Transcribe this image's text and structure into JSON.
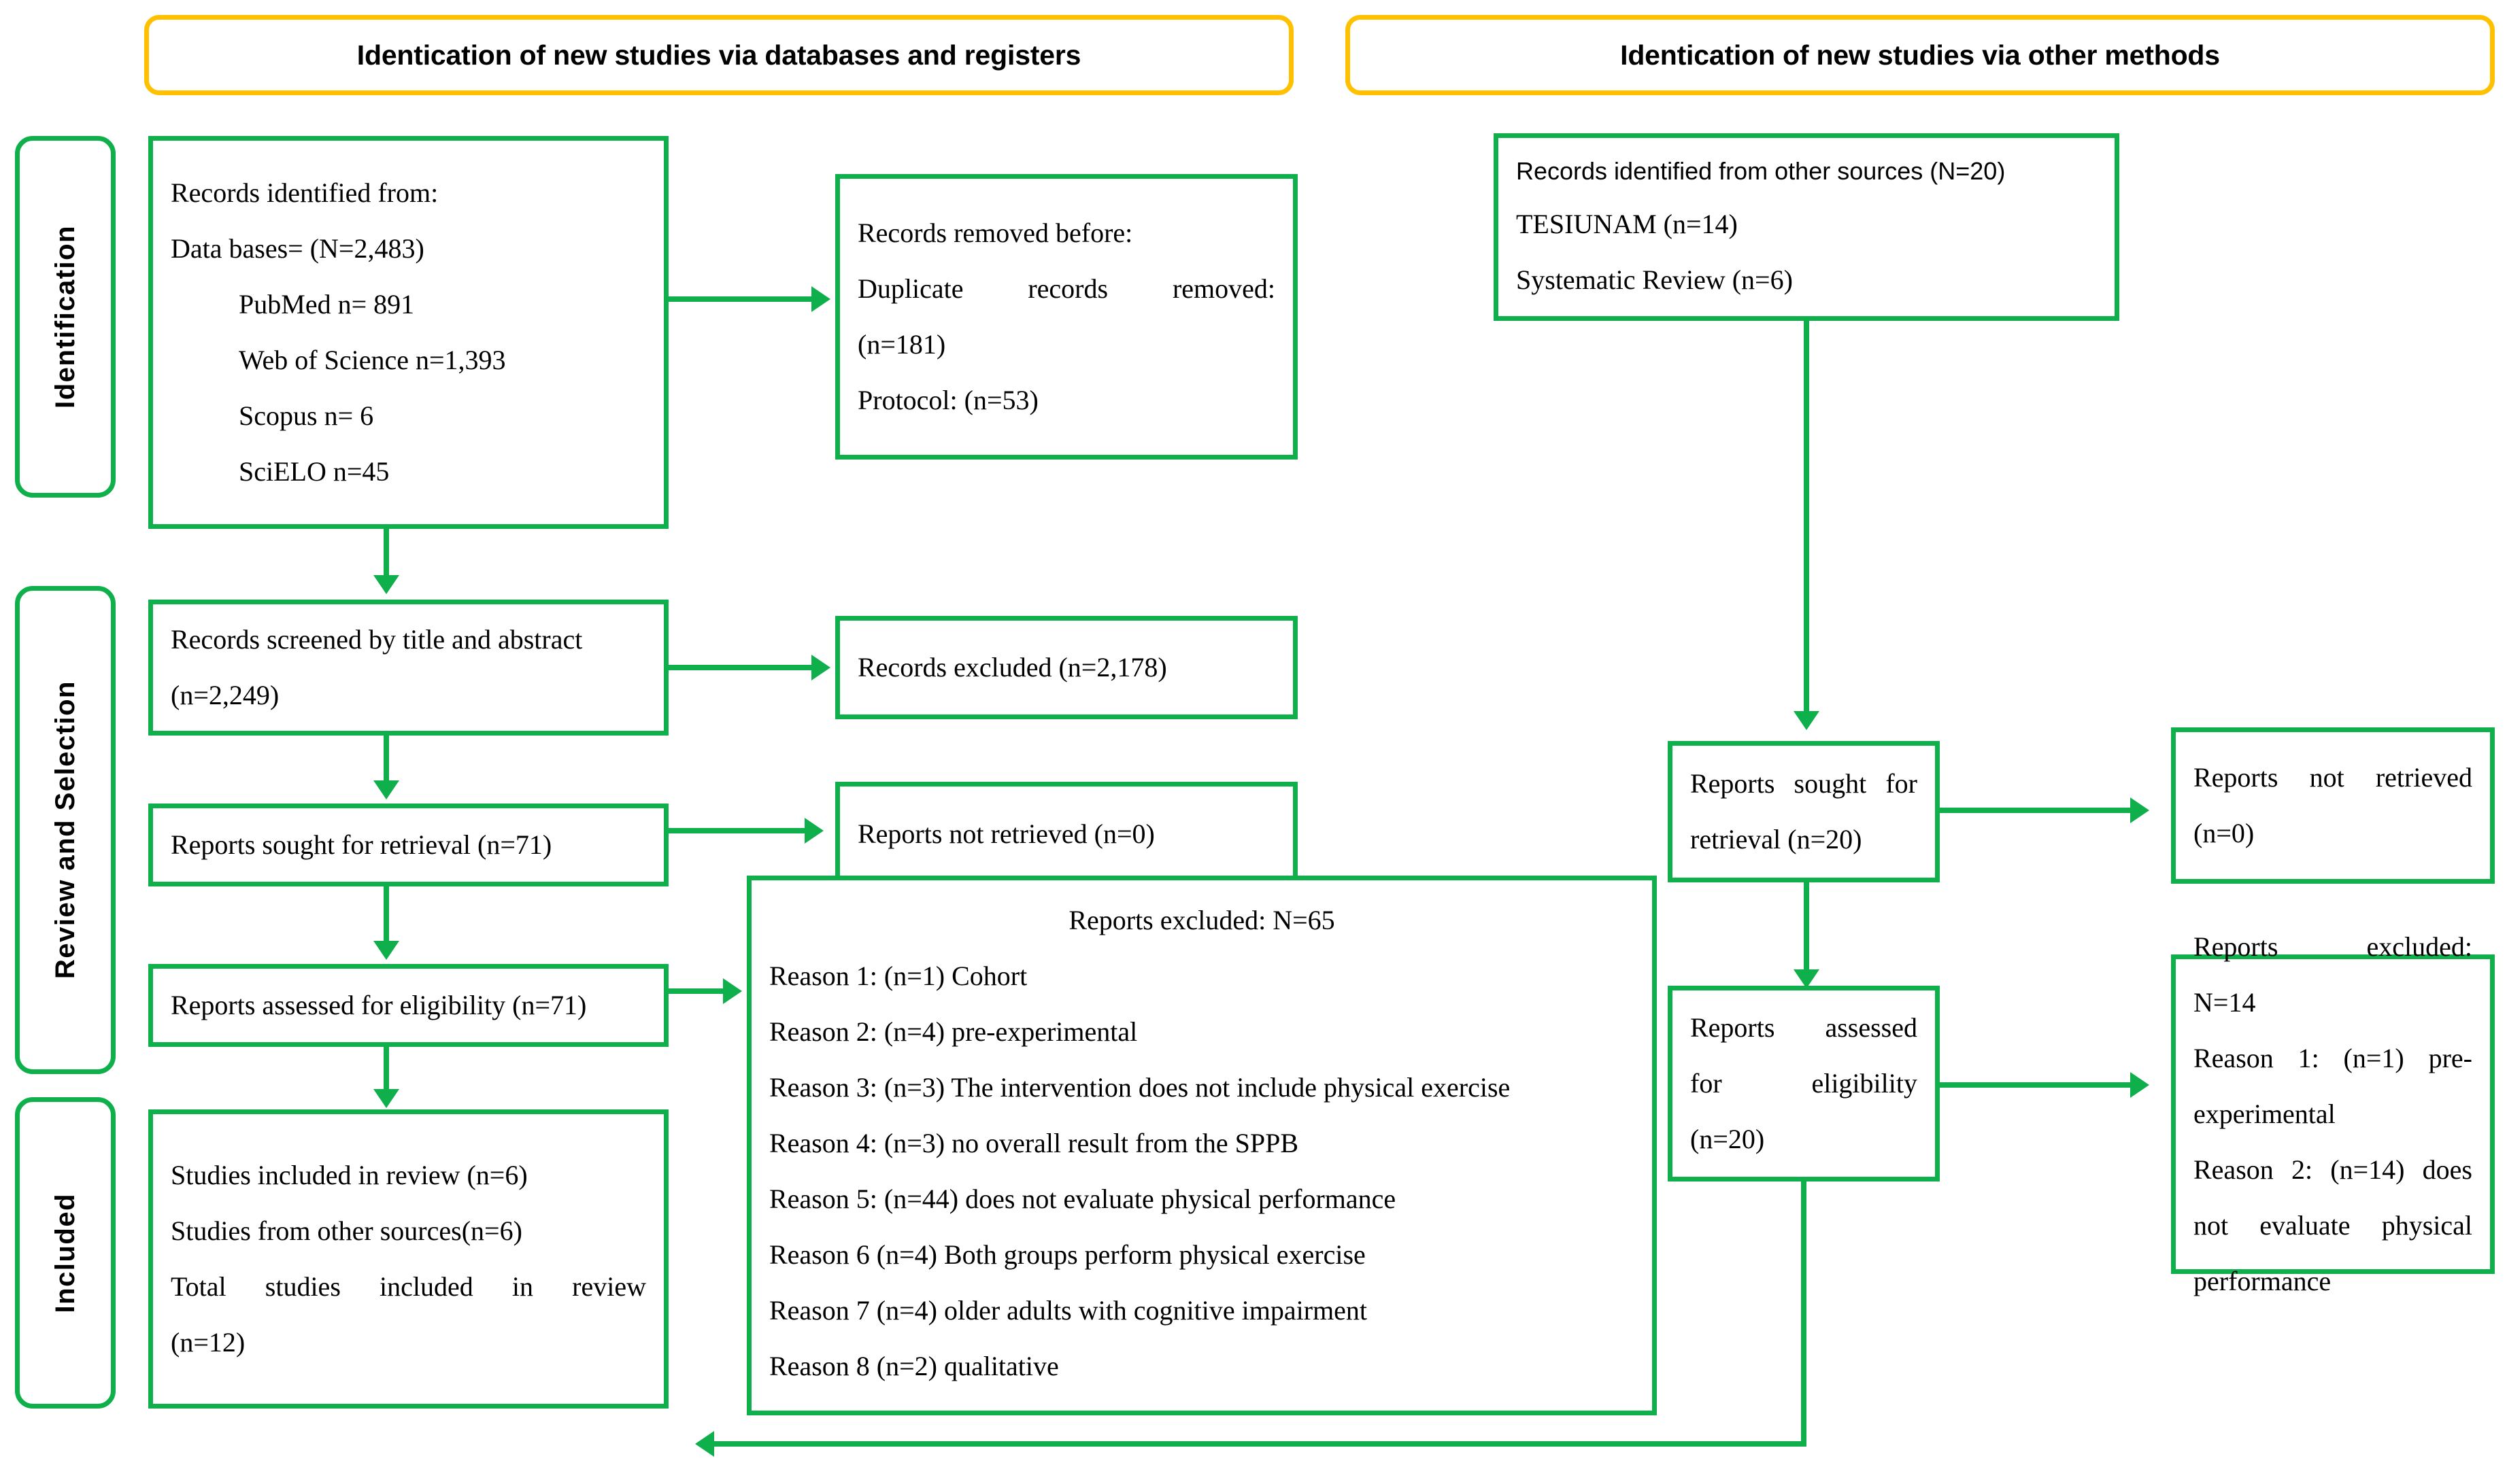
{
  "diagram": {
    "type": "prisma-flow-diagram",
    "accent_green": "#0fb04b",
    "accent_yellow": "#FFC000"
  },
  "headers": {
    "left": "Identication of new studies via databases and registers",
    "right": "Identication of new studies via other methods"
  },
  "stages": {
    "identification": "Identification",
    "review_selection": "Review and Selection",
    "included": "Included"
  },
  "left_column": {
    "records_identified": {
      "line1": "Records identified from:",
      "line2": "Data bases= (N=2,483)",
      "source1": "PubMed n= 891",
      "source2": "Web of Science n=1,393",
      "source3": "Scopus n= 6",
      "source4": "SciELO n=45"
    },
    "records_removed": {
      "line1": "Records removed before:",
      "line2": "Duplicate records removed:",
      "line3": "(n=181)",
      "line4": "Protocol: (n=53)"
    },
    "records_screened": {
      "line1": "Records screened by title and abstract",
      "line2": "(n=2,249)"
    },
    "records_excluded": {
      "line1": "Records excluded (n=2,178)"
    },
    "reports_sought": {
      "line1": "Reports sought for retrieval (n=71)"
    },
    "reports_not_retrieved": {
      "line1": "Reports not retrieved (n=0)"
    },
    "reports_assessed": {
      "line1": "Reports assessed for eligibility (n=71)"
    },
    "studies_included": {
      "line1": "Studies included in review (n=6)",
      "line2": "Studies from other sources(n=6)",
      "line3": "Total studies included in review",
      "line4": "(n=12)"
    }
  },
  "reports_excluded_detail": {
    "title": "Reports excluded: N=65",
    "reasons": [
      "Reason 1: (n=1) Cohort",
      "Reason 2: (n=4) pre-experimental",
      "Reason 3: (n=3) The intervention does not include physical exercise",
      "Reason 4: (n=3) no overall result from the SPPB",
      "Reason 5: (n=44) does not evaluate physical performance",
      "Reason 6 (n=4) Both groups perform physical exercise",
      "Reason 7 (n=4) older adults with cognitive impairment",
      "Reason 8 (n=2) qualitative"
    ]
  },
  "right_column": {
    "records_other_sources": {
      "line1": "Records identified from other sources (N=20)",
      "line2": "TESIUNAM (n=14)",
      "line3": "Systematic Review (n=6)"
    },
    "reports_sought": {
      "line1": "Reports sought for",
      "line2": "retrieval (n=20)"
    },
    "reports_not_retrieved": {
      "line1": "Reports not retrieved",
      "line2": "(n=0)"
    },
    "reports_assessed": {
      "line1": "Reports assessed",
      "line2": "for eligibility",
      "line3": "(n=20)"
    },
    "reports_excluded": {
      "line1": "Reports excluded:",
      "line2": "N=14",
      "line3": "Reason 1: (n=1) pre-",
      "line4": "experimental",
      "line5": "Reason 2: (n=14) does",
      "line6": "not evaluate physical",
      "line7": "performance"
    }
  }
}
